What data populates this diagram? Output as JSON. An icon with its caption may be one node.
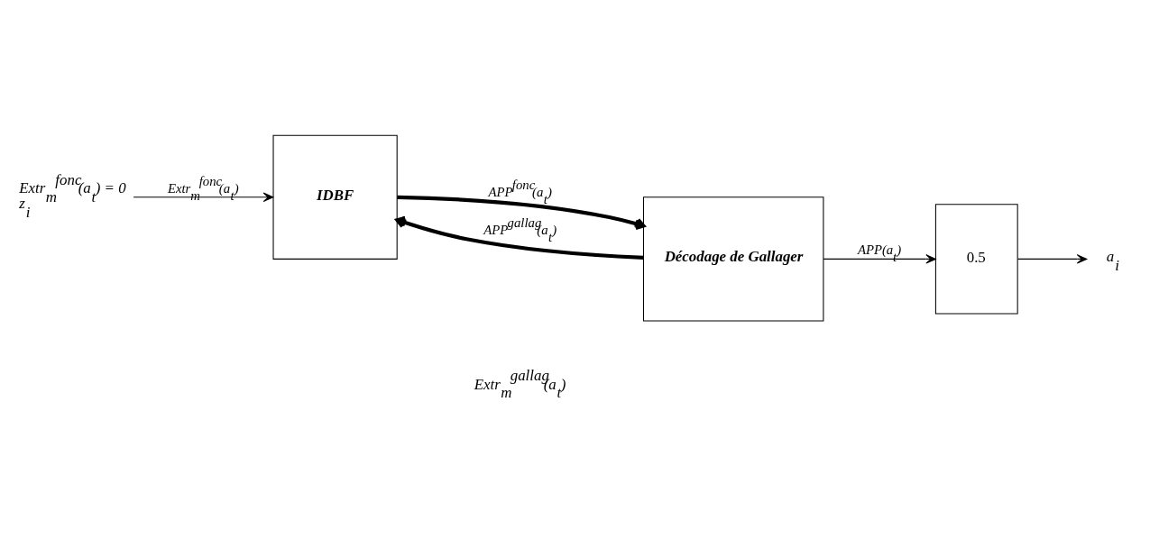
{
  "diagram": {
    "nodes": [
      {
        "text": [
          "Extr$_{m}$$^{fonc}$(a$_{t}$) = 0",
          "z$_{i}$"
        ]
      },
      {
        "text": [
          "IDBF"
        ]
      },
      {
        "text": [
          "Décodage de Gallager"
        ]
      },
      {
        "text": [
          "0.5"
        ]
      },
      {
        "text": [
          "a$_{i}$"
        ]
      }
    ],
    "edges": [
      {
        "from": 0,
        "to": 1,
        "arrow": "to",
        "label": "Extr$_{m}$$^{fonc}$(a$_{t}$)"
      },
      {
        "from": 1,
        "to": 2,
        "arrow": "to",
        "style": "thick",
        "label": "APP$^{fonc}$(a$_{t}$)"
      },
      {
        "from": 2,
        "to": 1,
        "arrow": "to",
        "style": "thick",
        "label": "APP$^{gallag}$(a$_{t}$)"
      },
      {
        "from": 2,
        "to": 3,
        "arrow": "to",
        "label": "APP(a$_{t}$)"
      },
      {
        "from": 3,
        "to": 4,
        "arrow": "to"
      }
    ],
    "labels": [
      "Extr$_{m}$$^{gallag}$(a$_{t}$)"
    ]
  }
}
